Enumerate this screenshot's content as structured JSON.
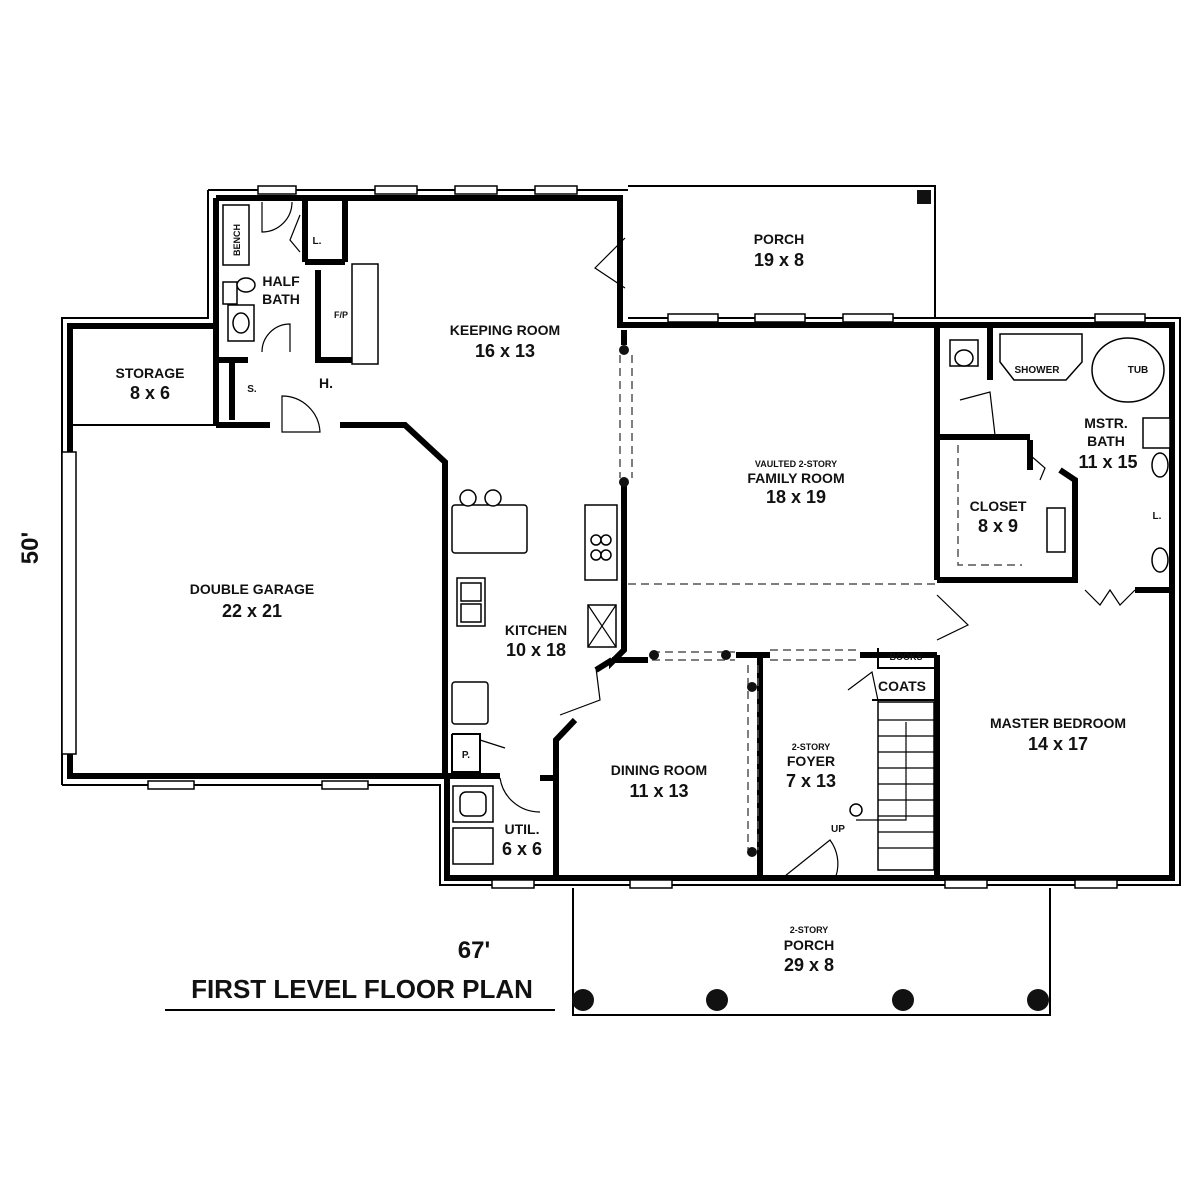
{
  "plan": {
    "title": "FIRST LEVEL FLOOR PLAN",
    "width_dim": "67'",
    "depth_dim": "50'"
  },
  "rooms": {
    "porch_rear": {
      "name": "PORCH",
      "size": "19 x 8"
    },
    "half_bath": {
      "name_line1": "HALF",
      "name_line2": "BATH"
    },
    "bench": {
      "name": "BENCH"
    },
    "linen": {
      "name": "L."
    },
    "fireplace": {
      "name": "F/P"
    },
    "storage": {
      "name": "STORAGE",
      "size": "8 x 6"
    },
    "shelf": {
      "name": "S."
    },
    "hall": {
      "name": "H."
    },
    "keeping_room": {
      "name": "KEEPING ROOM",
      "size": "16 x 13"
    },
    "family_room": {
      "name_line1": "VAULTED 2-STORY",
      "name_line2": "FAMILY ROOM",
      "size": "18 x 19"
    },
    "double_garage": {
      "name": "DOUBLE GARAGE",
      "size": "22 x 21"
    },
    "kitchen": {
      "name": "KITCHEN",
      "size": "10 x 18"
    },
    "pantry": {
      "name": "P."
    },
    "util": {
      "name": "UTIL.",
      "size": "6 x 6"
    },
    "dining_room": {
      "name": "DINING ROOM",
      "size": "11 x 13"
    },
    "foyer": {
      "name_line1": "2-STORY",
      "name_line2": "FOYER",
      "size": "7 x 13"
    },
    "books": {
      "name": "BOOKS"
    },
    "coats": {
      "name": "COATS"
    },
    "stair_up": {
      "name": "UP"
    },
    "master_bedroom": {
      "name": "MASTER BEDROOM",
      "size": "14 x 17"
    },
    "closet": {
      "name": "CLOSET",
      "size": "8 x 9"
    },
    "master_bath": {
      "name_line1": "MSTR.",
      "name_line2": "BATH",
      "size": "11 x 15"
    },
    "shower": {
      "name": "SHOWER"
    },
    "tub": {
      "name": "TUB"
    },
    "mbath_linen": {
      "name": "L."
    },
    "porch_front": {
      "name_line1": "2-STORY",
      "name_line2": "PORCH",
      "size": "29 x 8"
    }
  }
}
